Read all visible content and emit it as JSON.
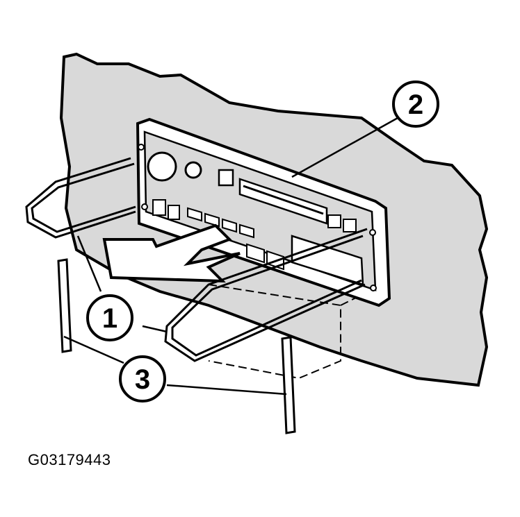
{
  "diagram": {
    "callouts": [
      {
        "label": "1",
        "part": "removal-keys"
      },
      {
        "label": "2",
        "part": "radio-unit"
      },
      {
        "label": "3",
        "part": "key-pins"
      }
    ],
    "figure_code": "G03179443",
    "colors": {
      "panel": "#d9d9d9",
      "ink": "#000000",
      "paper": "#ffffff"
    }
  }
}
